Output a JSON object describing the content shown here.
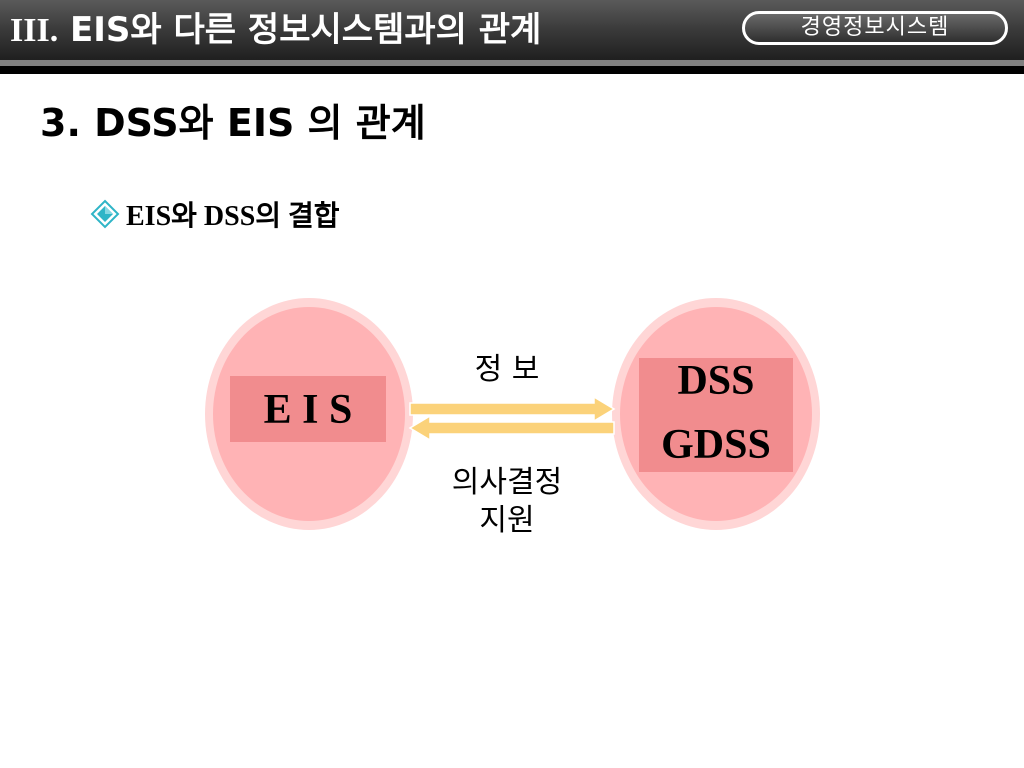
{
  "header": {
    "title_prefix": "III.",
    "title_text": "EIS와 다른 정보시스템과의 관계",
    "badge": "경영정보시스템"
  },
  "section": {
    "title": "3. DSS와 EIS 의 관계"
  },
  "bullet": {
    "icon": "diamond-bullet-icon",
    "text": "EIS와 DSS의 결합"
  },
  "diagram": {
    "left_node": {
      "label": "E I S"
    },
    "right_node": {
      "line1": "DSS",
      "line2": "GDSS"
    },
    "top_arrow_label": "정 보",
    "bottom_arrow_label_line1": "의사결정",
    "bottom_arrow_label_line2": "지원"
  },
  "colors": {
    "circle_fill": "#ffb3b5",
    "circle_halo": "#ffd6d6",
    "label_box": "#f18c8e",
    "arrow_fill": "#fbd27a",
    "arrow_outline": "#ffffff",
    "bullet_diamond": "#2fb5c7",
    "header_dark": "#1a1a1a"
  }
}
